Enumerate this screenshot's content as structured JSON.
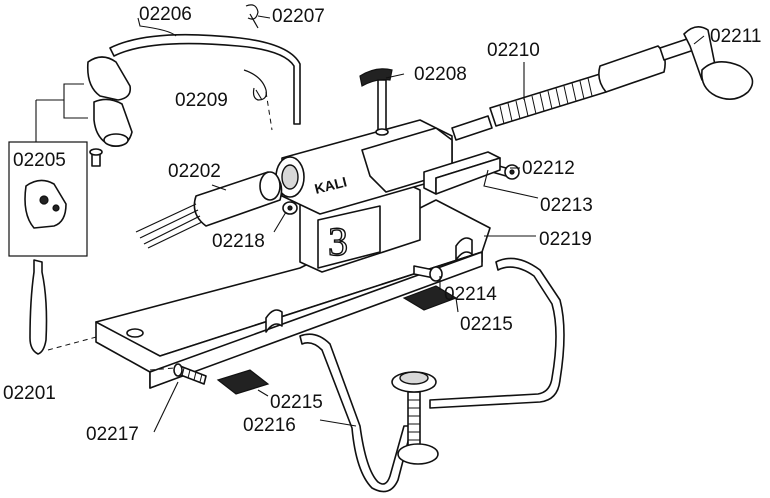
{
  "diagram": {
    "stamp_brand": "KALI",
    "stamp_model": "3",
    "parts": [
      {
        "id": "02206",
        "label": "02206"
      },
      {
        "id": "02207",
        "label": "02207"
      },
      {
        "id": "02209",
        "label": "02209"
      },
      {
        "id": "02205",
        "label": "02205"
      },
      {
        "id": "02202",
        "label": "02202"
      },
      {
        "id": "02218",
        "label": "02218"
      },
      {
        "id": "02208",
        "label": "02208"
      },
      {
        "id": "02210",
        "label": "02210"
      },
      {
        "id": "02211",
        "label": "02211"
      },
      {
        "id": "02212",
        "label": "02212"
      },
      {
        "id": "02213",
        "label": "02213"
      },
      {
        "id": "02219",
        "label": "02219"
      },
      {
        "id": "02214",
        "label": "02214"
      },
      {
        "id": "02215a",
        "label": "02215"
      },
      {
        "id": "02215b",
        "label": "02215"
      },
      {
        "id": "02201",
        "label": "02201"
      },
      {
        "id": "02217",
        "label": "02217"
      },
      {
        "id": "02216",
        "label": "02216"
      }
    ]
  }
}
